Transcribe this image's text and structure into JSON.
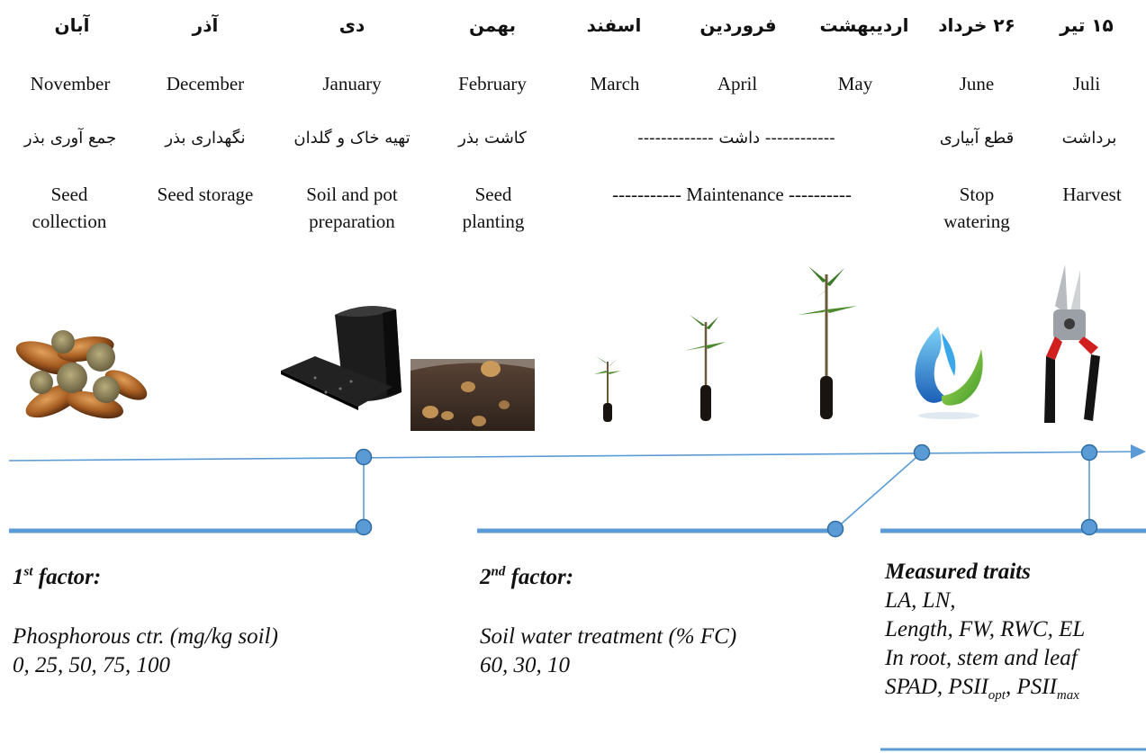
{
  "persian_months": [
    "آبان",
    "آذر",
    "دی",
    "بهمن",
    "اسفند",
    "فروردین",
    "اردیبهشت",
    "۲۶ خرداد",
    "۱۵ تیر"
  ],
  "english_months": [
    "November",
    "December",
    "January",
    "February",
    "March",
    "April",
    "May",
    "June",
    "Juli"
  ],
  "persian_activities": {
    "seed_collection": "جمع آوری بذر",
    "seed_storage": "نگهداری بذر",
    "soil_pot": "تهیه خاک و گلدان",
    "seed_planting": "کاشت بذر",
    "maintenance": "------------ داشت -------------",
    "stop_watering": "قطع آبیاری",
    "harvest": "برداشت"
  },
  "english_activities": {
    "seed_collection": "Seed\ncollection",
    "seed_storage": "Seed storage",
    "soil_pot": "Soil and pot\npreparation",
    "seed_planting": "Seed\nplanting",
    "maintenance": "----------- Maintenance ----------",
    "stop_watering": "Stop\nwatering",
    "harvest": "Harvest"
  },
  "factor1": {
    "title_num": "1",
    "title_sup": "st",
    "title_rest": " factor:",
    "line1": "Phosphorous ctr. (mg/kg soil)",
    "line2": "0, 25, 50, 75, 100"
  },
  "factor2": {
    "title_num": "2",
    "title_sup": "nd",
    "title_rest": " factor:",
    "line1": "Soil water treatment (% FC)",
    "line2": "60, 30, 10"
  },
  "traits": {
    "title": "Measured traits",
    "line1": "LA, LN,",
    "line2": "Length, FW, RWC, EL",
    "line3": "In root, stem and leaf",
    "line4_a": "SPAD, PSII",
    "line4_sub1": "opt",
    "line4_b": ", PSII",
    "line4_sub2": "max"
  },
  "colors": {
    "timeline": "#5b9bd5",
    "node_fill": "#5b9bd5",
    "node_stroke": "#2e6da4"
  },
  "icons": [
    "acorns-image",
    "plastic-pots-image",
    "soil-seeds-image",
    "seedling-small-image",
    "seedling-medium-image",
    "seedling-large-image",
    "water-drop-logo",
    "pruning-shears-image"
  ]
}
